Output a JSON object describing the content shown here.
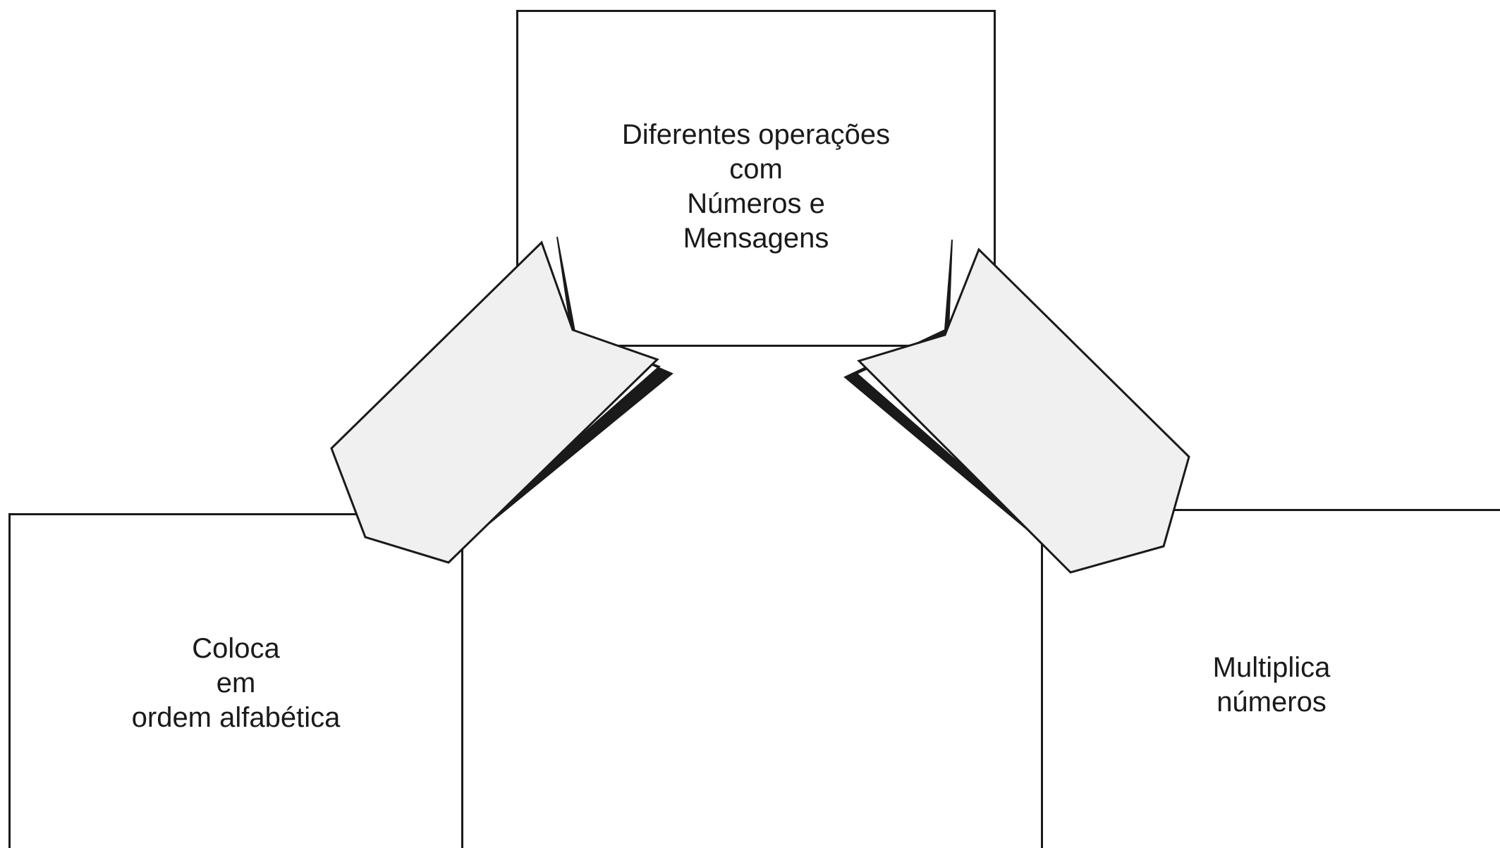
{
  "boxes": {
    "top": {
      "lines": [
        "Diferentes operações",
        "com",
        "Números e",
        "Mensagens"
      ]
    },
    "left": {
      "lines": [
        "Coloca",
        "em",
        "ordem alfabética"
      ]
    },
    "right": {
      "lines": [
        "Multiplica",
        "números"
      ]
    }
  },
  "colors": {
    "line": "#1a1a1a",
    "arrow_fill": "#f0f0f0",
    "arrow_shadow": "#1a1a1a"
  },
  "arrows": [
    {
      "from": "top",
      "to": "left",
      "icon": "double-headed-bent-arrow"
    },
    {
      "from": "top",
      "to": "right",
      "icon": "double-headed-bent-arrow"
    }
  ]
}
